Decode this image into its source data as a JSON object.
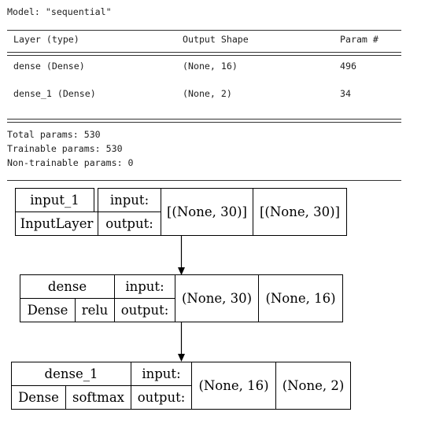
{
  "summary": {
    "model_line": "Model: \"sequential\"",
    "headers": {
      "layer": "Layer (type)",
      "output": "Output Shape",
      "params": "Param #"
    },
    "rows": [
      {
        "layer": "dense (Dense)",
        "output": "(None, 16)",
        "params": "496"
      },
      {
        "layer": "dense_1 (Dense)",
        "output": "(None, 2)",
        "params": "34"
      }
    ],
    "total": "Total params: 530",
    "trainable": "Trainable params: 530",
    "non_trainable": "Non-trainable params: 0"
  },
  "graph": {
    "input_layer": {
      "name": "input_1",
      "type": "InputLayer",
      "in_label": "input:",
      "out_label": "output:",
      "in_shape": "[(None, 30)]",
      "out_shape": "[(None, 30)]"
    },
    "dense": {
      "name": "dense",
      "type": "Dense",
      "activation": "relu",
      "in_label": "input:",
      "out_label": "output:",
      "in_shape": "(None, 30)",
      "out_shape": "(None, 16)"
    },
    "dense_1": {
      "name": "dense_1",
      "type": "Dense",
      "activation": "softmax",
      "in_label": "input:",
      "out_label": "output:",
      "in_shape": "(None, 16)",
      "out_shape": "(None, 2)"
    }
  }
}
